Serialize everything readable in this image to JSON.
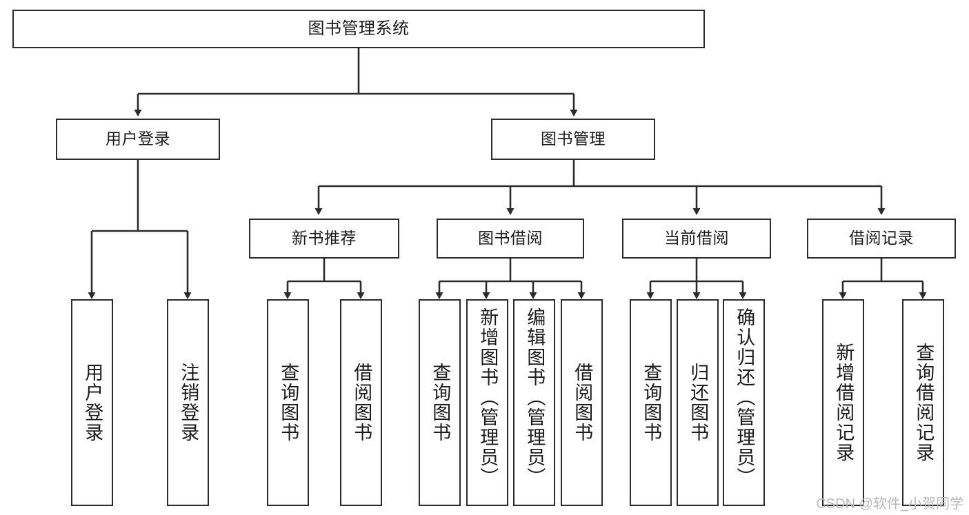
{
  "diagram": {
    "title": "图书管理系统",
    "type": "tree",
    "watermark": "CSDN @软件_小贺同学",
    "colors": {
      "background": "#ffffff",
      "stroke": "#2b2b2b",
      "text": "#1a1a1a",
      "watermark": "#b9b9b9"
    },
    "nodes": {
      "root": {
        "label": "图书管理系统"
      },
      "level1": [
        {
          "id": "user-login",
          "label": "用户登录"
        },
        {
          "id": "book-manage",
          "label": "图书管理"
        }
      ],
      "level2": [
        {
          "id": "new-book-rec",
          "label": "新书推荐"
        },
        {
          "id": "book-borrow",
          "label": "图书借阅"
        },
        {
          "id": "current-borrow",
          "label": "当前借阅"
        },
        {
          "id": "borrow-record",
          "label": "借阅记录"
        }
      ],
      "leaves": {
        "user-login": [
          {
            "id": "leaf-user-login",
            "label": "用户登录"
          },
          {
            "id": "leaf-logout",
            "label": "注销登录"
          }
        ],
        "new-book-rec": [
          {
            "id": "leaf-query-book-1",
            "label": "查询图书"
          },
          {
            "id": "leaf-borrow-book-1",
            "label": "借阅图书"
          }
        ],
        "book-borrow": [
          {
            "id": "leaf-query-book-2",
            "label": "查询图书"
          },
          {
            "id": "leaf-add-book",
            "label": "新增图书（管理员）"
          },
          {
            "id": "leaf-edit-book",
            "label": "编辑图书（管理员）"
          },
          {
            "id": "leaf-borrow-book-2",
            "label": "借阅图书"
          }
        ],
        "current-borrow": [
          {
            "id": "leaf-query-book-3",
            "label": "查询图书"
          },
          {
            "id": "leaf-return-book",
            "label": "归还图书"
          },
          {
            "id": "leaf-confirm-return",
            "label": "确认归还（管理员）"
          }
        ],
        "borrow-record": [
          {
            "id": "leaf-add-record",
            "label": "新增借阅记录"
          },
          {
            "id": "leaf-query-record",
            "label": "查询借阅记录"
          }
        ]
      }
    }
  }
}
